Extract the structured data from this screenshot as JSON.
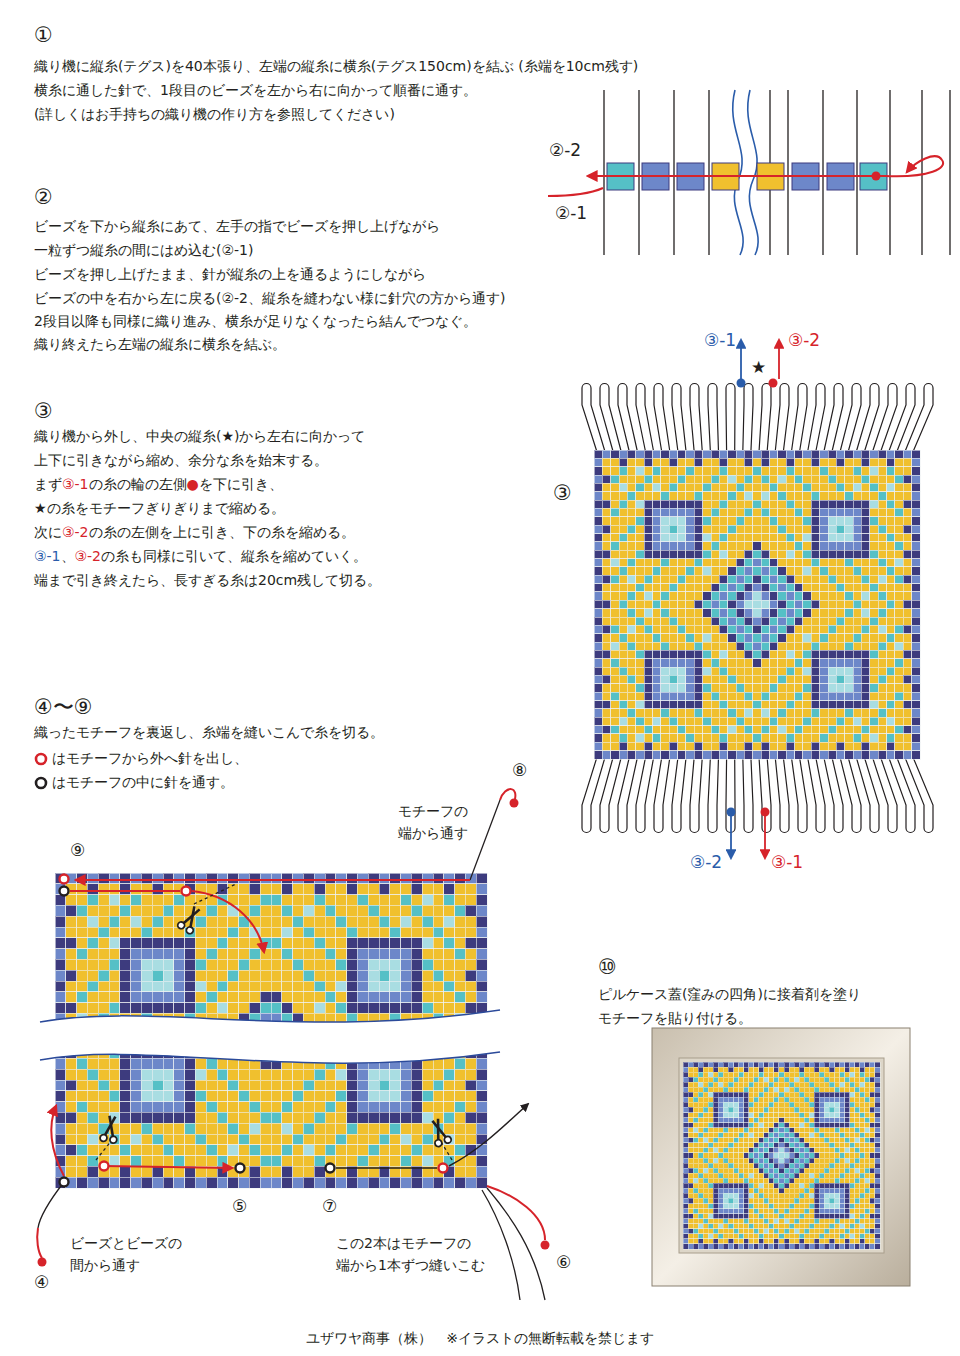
{
  "diagram": {
    "labels": [
      "①",
      "織り機に縦糸(テグス)を40本張り、左端の縦糸に横糸(テグス150cm)を結ぶ (糸端を10cm残す)",
      "横糸に通した針で、1段目のビーズを左から右に向かって順番に通す。",
      "(詳しくはお手持ちの織り機の作り方を参照してください)",
      "②-2",
      "②-1",
      "②",
      "ビーズを下から縦糸にあて、左手の指でビーズを押し上げながら",
      "一粒ずつ縦糸の間にはめ込む(②-1)",
      "ビーズを押し上げたまま、針が縦糸の上を通るようにしながら",
      "ビーズの中を右から左に戻る(②-2、縦糸を縫わない様に針穴の方から通す)",
      "2段目以降も同様に織り進み、横糸が足りなくなったら結んでつなぐ。",
      "織り終えたら左端の縦糸に横糸を結ぶ。",
      "③-1",
      "★",
      "③-2",
      "③",
      "織り機から外し、中央の縦糸(★)から左右に向かって",
      "上下に引きながら縮め、余分な糸を始末する。",
      "まず",
      "③-1",
      "の糸の輪の左側",
      "●",
      "を下に引き、",
      "★の糸をモチーフぎりぎりまで縮める。",
      "次に",
      "③-2",
      "の糸の左側を上に引き、下の糸を縮める。",
      "③-1",
      "、",
      "③-2",
      "の糸も同様に引いて、縦糸を縮めていく。",
      "端まで引き終えたら、長すぎる糸は20cm残して切る。",
      "③",
      "③-2",
      "③-1",
      "④〜⑨",
      "織ったモチーフを裏返し、糸端を縫いこんで糸を切る。",
      "はモチーフから外へ針を出し、",
      "はモチーフの中に針を通す。",
      "⑧",
      "モチーフの 端から通す",
      "⑨",
      "⑩",
      "ピルケース蓋(窪みの四角)に接着剤を塗り",
      "モチーフを貼り付ける。",
      "⑤",
      "⑦",
      "ビーズとビーズの 間から通す",
      "⑥",
      "④",
      "この2本はモチーフの 端から1本ずつ縫いこむ",
      "ユザワヤ商事（株）　※イラストの無断転載を禁じます"
    ]
  }
}
